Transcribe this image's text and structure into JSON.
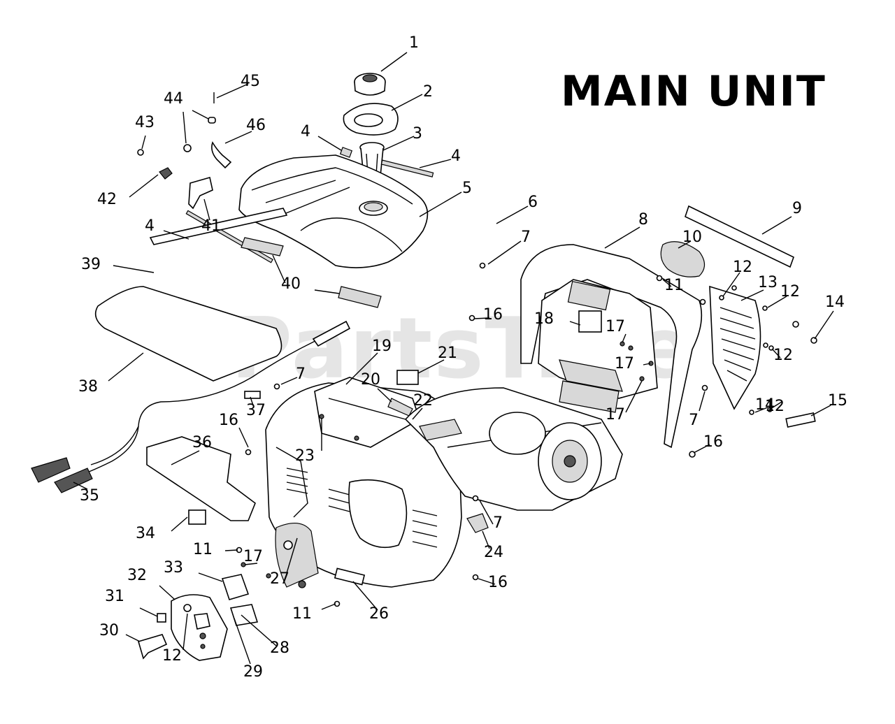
{
  "diagram": {
    "title": "MAIN UNIT",
    "watermark": "PartsTree",
    "callouts": [
      {
        "id": "c1",
        "label": "1"
      },
      {
        "id": "c2",
        "label": "2"
      },
      {
        "id": "c3",
        "label": "3"
      },
      {
        "id": "c4a",
        "label": "4"
      },
      {
        "id": "c4b",
        "label": "4"
      },
      {
        "id": "c4c",
        "label": "4"
      },
      {
        "id": "c5",
        "label": "5"
      },
      {
        "id": "c6",
        "label": "6"
      },
      {
        "id": "c7a",
        "label": "7"
      },
      {
        "id": "c7b",
        "label": "7"
      },
      {
        "id": "c7c",
        "label": "7"
      },
      {
        "id": "c7d",
        "label": "7"
      },
      {
        "id": "c8",
        "label": "8"
      },
      {
        "id": "c9",
        "label": "9"
      },
      {
        "id": "c10",
        "label": "10"
      },
      {
        "id": "c11a",
        "label": "11"
      },
      {
        "id": "c11b",
        "label": "11"
      },
      {
        "id": "c11c",
        "label": "11"
      },
      {
        "id": "c12a",
        "label": "12"
      },
      {
        "id": "c12b",
        "label": "12"
      },
      {
        "id": "c12c",
        "label": "12"
      },
      {
        "id": "c12d",
        "label": "12"
      },
      {
        "id": "c12e",
        "label": "12"
      },
      {
        "id": "c13",
        "label": "13"
      },
      {
        "id": "c14a",
        "label": "14"
      },
      {
        "id": "c14b",
        "label": "14"
      },
      {
        "id": "c15",
        "label": "15"
      },
      {
        "id": "c16a",
        "label": "16"
      },
      {
        "id": "c16b",
        "label": "16"
      },
      {
        "id": "c16c",
        "label": "16"
      },
      {
        "id": "c16d",
        "label": "16"
      },
      {
        "id": "c17a",
        "label": "17"
      },
      {
        "id": "c17b",
        "label": "17"
      },
      {
        "id": "c17c",
        "label": "17"
      },
      {
        "id": "c17d",
        "label": "17"
      },
      {
        "id": "c18",
        "label": "18"
      },
      {
        "id": "c19",
        "label": "19"
      },
      {
        "id": "c20",
        "label": "20"
      },
      {
        "id": "c21",
        "label": "21"
      },
      {
        "id": "c22",
        "label": "22"
      },
      {
        "id": "c23",
        "label": "23"
      },
      {
        "id": "c24",
        "label": "24"
      },
      {
        "id": "c26",
        "label": "26"
      },
      {
        "id": "c27",
        "label": "27"
      },
      {
        "id": "c28",
        "label": "28"
      },
      {
        "id": "c29",
        "label": "29"
      },
      {
        "id": "c30",
        "label": "30"
      },
      {
        "id": "c31",
        "label": "31"
      },
      {
        "id": "c32",
        "label": "32"
      },
      {
        "id": "c33",
        "label": "33"
      },
      {
        "id": "c34",
        "label": "34"
      },
      {
        "id": "c35",
        "label": "35"
      },
      {
        "id": "c36",
        "label": "36"
      },
      {
        "id": "c37",
        "label": "37"
      },
      {
        "id": "c38",
        "label": "38"
      },
      {
        "id": "c39",
        "label": "39"
      },
      {
        "id": "c40",
        "label": "40"
      },
      {
        "id": "c41",
        "label": "41"
      },
      {
        "id": "c42",
        "label": "42"
      },
      {
        "id": "c43",
        "label": "43"
      },
      {
        "id": "c44",
        "label": "44"
      },
      {
        "id": "c45",
        "label": "45"
      },
      {
        "id": "c46",
        "label": "46"
      }
    ]
  }
}
